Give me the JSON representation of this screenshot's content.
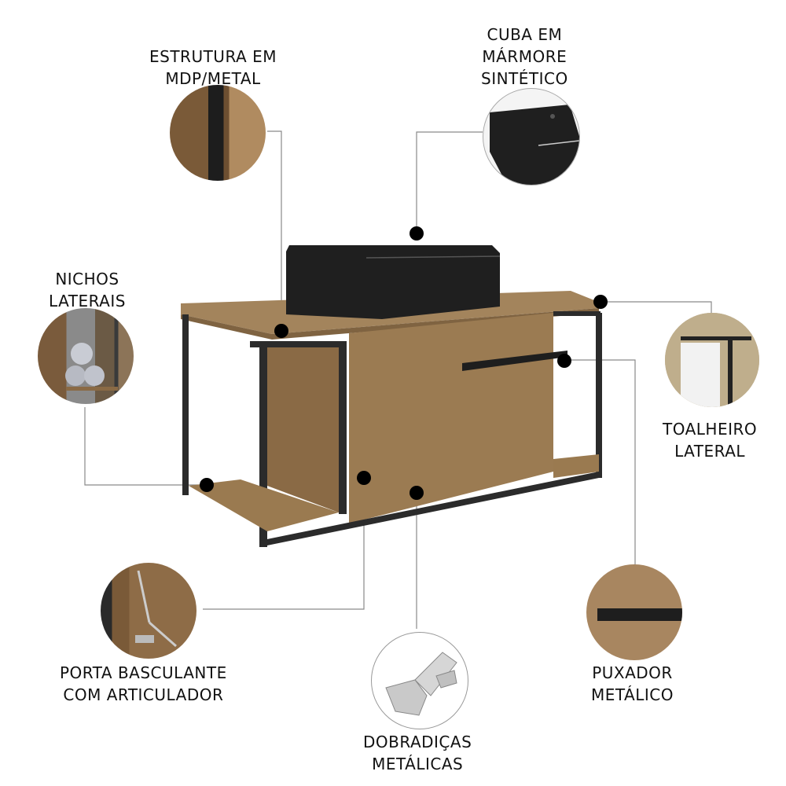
{
  "features": [
    {
      "id": "structure",
      "lines": [
        "ESTRUTURA EM",
        "MDP/METAL"
      ]
    },
    {
      "id": "basin",
      "lines": [
        "CUBA EM",
        "MÁRMORE",
        "SINTÉTICO"
      ]
    },
    {
      "id": "niches",
      "lines": [
        "NICHOS",
        "LATERAIS"
      ]
    },
    {
      "id": "towel-rack",
      "lines": [
        "TOALHEIRO",
        "LATERAL"
      ]
    },
    {
      "id": "tilt-door",
      "lines": [
        "PORTA BASCULANTE",
        "COM ARTICULADOR"
      ]
    },
    {
      "id": "hinges",
      "lines": [
        "DOBRADIÇAS",
        "METÁLICAS"
      ]
    },
    {
      "id": "handle",
      "lines": [
        "PUXADOR",
        "METÁLICO"
      ]
    }
  ],
  "colors": {
    "wood": "#9a7a52",
    "wood_dark": "#7a5d3c",
    "metal": "#2a2a2a",
    "basin": "#1e1e1e",
    "line": "#888888",
    "dot": "#000000"
  }
}
